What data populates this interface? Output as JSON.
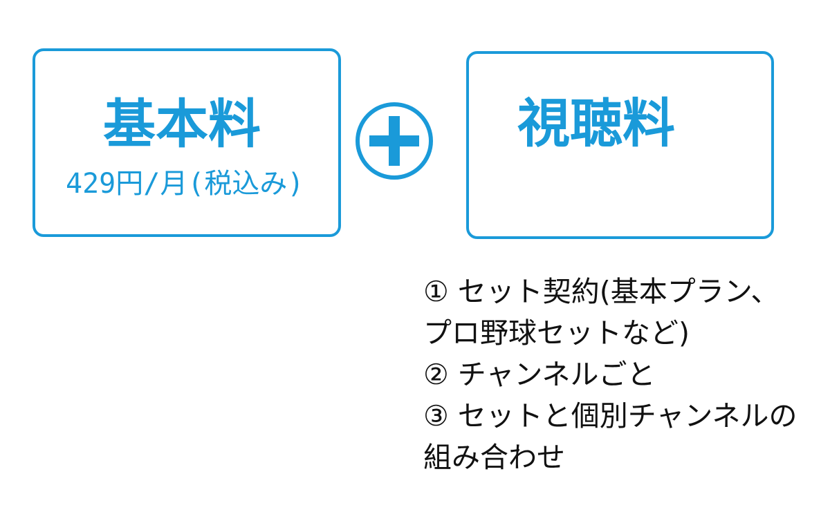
{
  "diagram": {
    "left_box": {
      "title": "基本料",
      "price": "429円/月(税込み)"
    },
    "operator": {
      "symbol": "+",
      "icon": "plus-circle-icon"
    },
    "right_box": {
      "title": "視聴料"
    },
    "notes": [
      "① セット契約(基本プラン、",
      "プロ野球セットなど)",
      "② チャンネルごと",
      "③ セットと個別チャンネルの",
      "組み合わせ"
    ],
    "colors": {
      "accent": "#1a9ad9",
      "text": "#111111",
      "background": "#ffffff"
    }
  }
}
